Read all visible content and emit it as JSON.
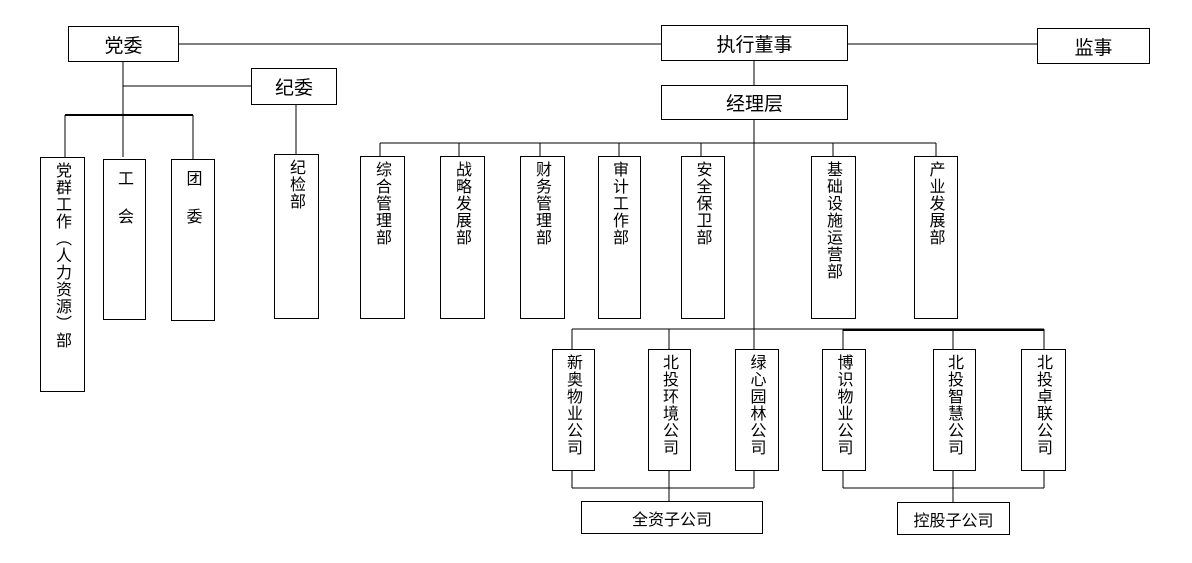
{
  "top": {
    "party_committee": "党委",
    "executive_director": "执行董事",
    "supervisor": "监事",
    "discipline_committee": "纪委",
    "management": "经理层"
  },
  "party_branches": [
    "党群工作（人力资源）部",
    "工会",
    "团委"
  ],
  "discipline_dept": "纪检部",
  "departments": [
    "综合管理部",
    "战略发展部",
    "财务管理部",
    "审计工作部",
    "安全保卫部",
    "基础设施运营部",
    "产业发展部"
  ],
  "subsidiaries": {
    "wholly_owned": {
      "label": "全资子公司",
      "companies": [
        "新奥物业公司",
        "北投环境公司",
        "绿心园林公司"
      ]
    },
    "holding": {
      "label": "控股子公司",
      "companies": [
        "博识物业公司",
        "北投智慧公司",
        "北投卓联公司"
      ]
    }
  }
}
